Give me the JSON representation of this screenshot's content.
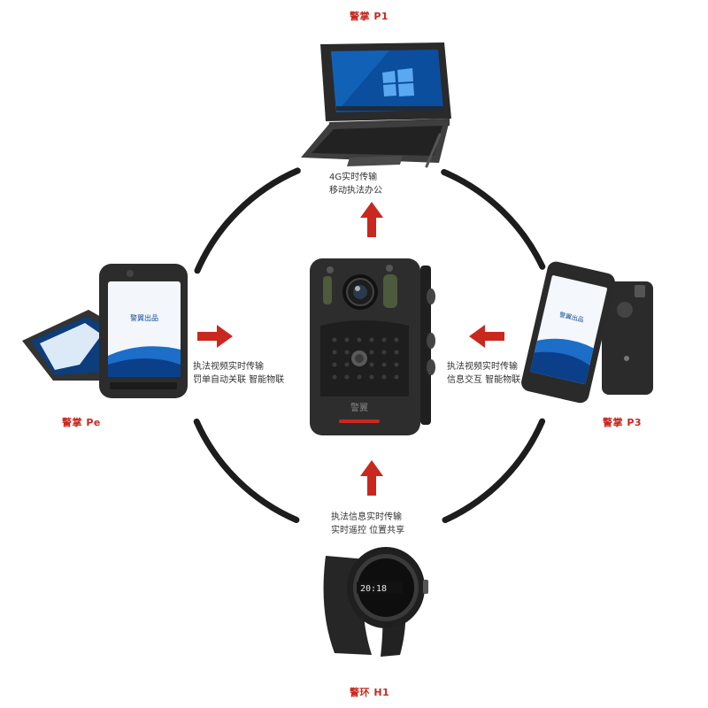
{
  "colors": {
    "accent": "#c9281e",
    "ring": "#1d1d1d",
    "text": "#333333"
  },
  "devices": {
    "top": {
      "name": "警掌 P1",
      "icon": "tablet-with-keyboard-icon",
      "lines": [
        "4G实时传输",
        "移动执法办公"
      ]
    },
    "left": {
      "name": "警掌 Pe",
      "icon": "handheld-terminal-icon",
      "lines": [
        "执法视频实时传输",
        "罚单自动关联 智能物联"
      ]
    },
    "right": {
      "name": "警掌 P3",
      "icon": "smartphone-icon",
      "lines": [
        "执法视频实时传输",
        "信息交互 智能物联"
      ]
    },
    "bottom": {
      "name": "警环 H1",
      "icon": "smartwatch-icon",
      "lines": [
        "执法信息实时传输",
        "实时遥控 位置共享"
      ]
    }
  },
  "center": {
    "icon": "body-camera-icon",
    "brand_text": "警翼",
    "watch_time": "20:18"
  }
}
